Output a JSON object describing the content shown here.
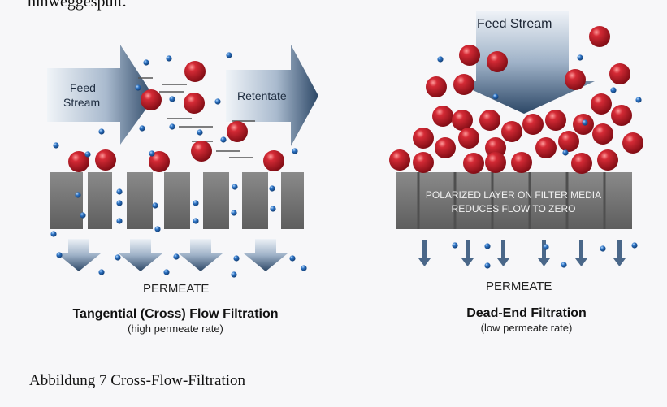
{
  "page": {
    "top_text": "hinweggespült.",
    "caption": "Abbildung 7  Cross-Flow-Filtration"
  },
  "left_panel": {
    "feed_label_line1": "Feed",
    "feed_label_line2": "Stream",
    "retentate_label": "Retentate",
    "permeate_label": "PERMEATE",
    "title": "Tangential (Cross) Flow Filtration",
    "subtitle": "(high permeate rate)"
  },
  "right_panel": {
    "feed_label": "Feed Stream",
    "membrane_text_line1": "POLARIZED LAYER ON FILTER MEDIA",
    "membrane_text_line2": "REDUCES FLOW TO ZERO",
    "permeate_label": "PERMEATE",
    "title": "Dead-End Filtration",
    "subtitle": "(low permeate rate)"
  },
  "colors": {
    "large_particle": "#b3121f",
    "small_particle": "#1e5fa8",
    "membrane": "#6f6f6f",
    "arrow_dark": "#2f4a6b",
    "arrow_light": "#e4ebf3"
  }
}
